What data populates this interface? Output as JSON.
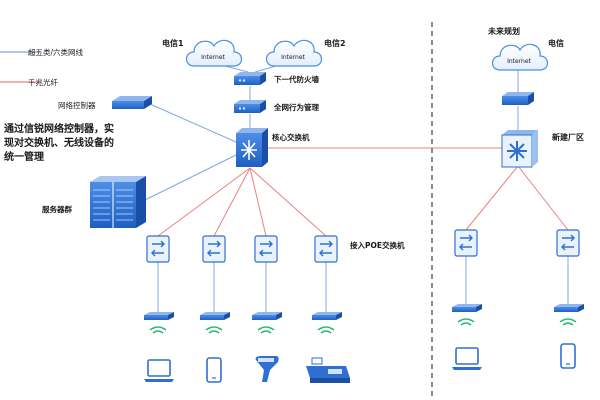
{
  "colors": {
    "copper_line": "#7fa8e0",
    "fiber_line": "#f07f7f",
    "divider": "#3b4f6b",
    "device_dark": "#2f6fd1",
    "device_light": "#d6e8fb",
    "cloud": "#4a90e2",
    "text": "#1a1a1a"
  },
  "legend": {
    "copper": "超五类/六类网线",
    "fiber": "千兆光纤"
  },
  "labels": {
    "isp1": "电信1",
    "isp2": "电信2",
    "cloud": "Internet",
    "firewall": "下一代防火墙",
    "behavior": "全网行为管理",
    "core": "核心交换机",
    "controller": "网络控制器",
    "description": [
      "通过信锐网络控制器，实",
      "现对交换机、无线设备的",
      "统一管理"
    ],
    "servers": "服务器群",
    "poe": "接入POE交换机",
    "future": "未来规划",
    "isp_new": "电信",
    "new_area": "新建厂区"
  },
  "icons": {
    "cloud": "cloud-icon",
    "firewall": "firewall-icon",
    "core": "core-switch-icon",
    "server": "server-rack-icon",
    "access": "access-switch-icon",
    "ap": "wireless-ap-icon",
    "laptop": "laptop-icon",
    "phone": "phone-icon",
    "scanner": "barcode-scanner-icon",
    "printer": "printer-icon"
  }
}
